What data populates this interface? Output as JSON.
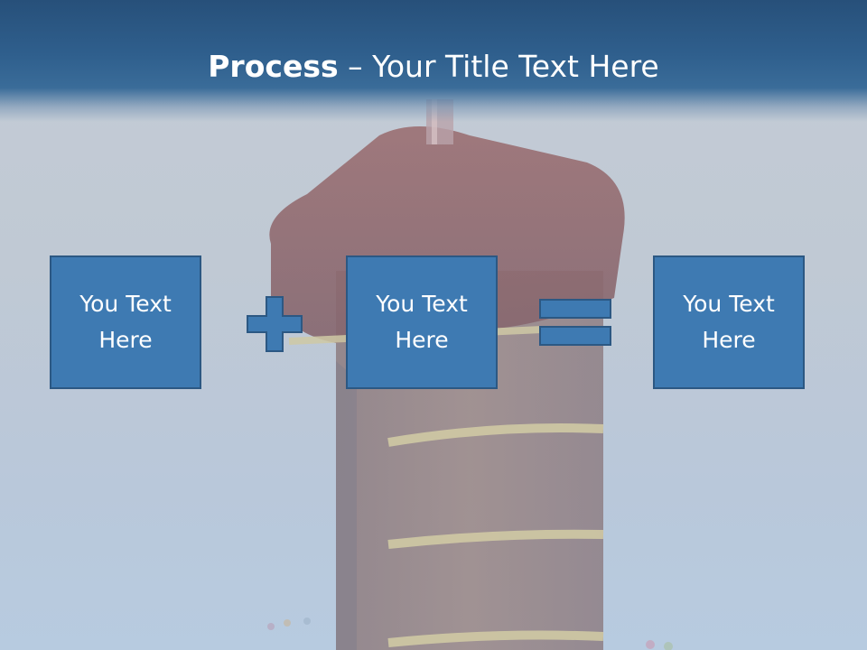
{
  "title": {
    "bold": "Process",
    "rest": " – Your Title Text Here"
  },
  "process": {
    "boxes": [
      {
        "text": "You Text Here"
      },
      {
        "text": "You Text Here"
      },
      {
        "text": "You Text Here"
      }
    ],
    "operators": [
      "plus-icon",
      "equals-icon"
    ]
  },
  "colors": {
    "title_band": "#2f5f8d",
    "box_fill": "#3e7ab2",
    "box_border": "#2c5883",
    "text": "#ffffff"
  }
}
